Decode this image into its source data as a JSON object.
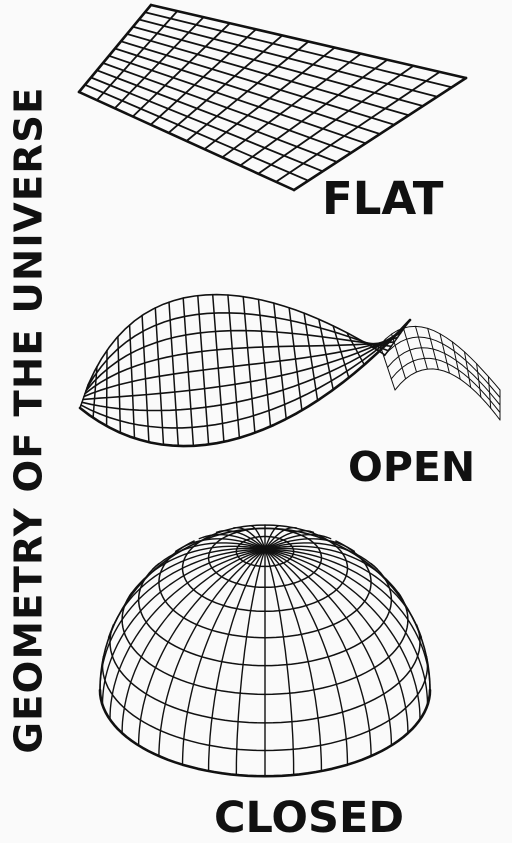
{
  "title": "GEOMETRY OF THE UNIVERSE",
  "shapes": [
    {
      "id": "flat",
      "label": "FLAT"
    },
    {
      "id": "open",
      "label": "OPEN"
    },
    {
      "id": "closed",
      "label": "CLOSED"
    }
  ],
  "colors": {
    "ink": "#111111",
    "background": "#fafafa"
  }
}
